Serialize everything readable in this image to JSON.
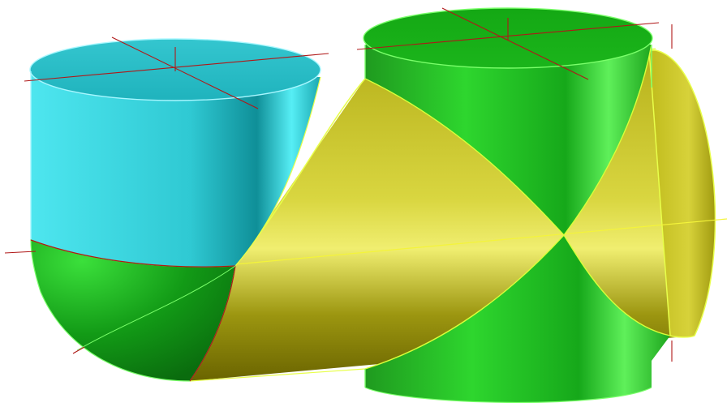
{
  "viewport": {
    "background": "#ffffff",
    "render_mode": "shaded-with-edges"
  },
  "colors": {
    "cyan_body": "#3fd3dc",
    "cyan_top": "#2fbdc7",
    "green_body": "#2ed62e",
    "green_dark": "#0c8a12",
    "yellow_body": "#c8c424",
    "yellow_dark": "#6f6a00",
    "edge_highlight": "#e8ff4a",
    "edge_cyan": "#a8f7ff",
    "axis_red": "#b01818"
  },
  "objects": [
    {
      "name": "vertical-cylinder-left",
      "color": "cyan"
    },
    {
      "name": "elbow-quarter-sphere",
      "color": "green"
    },
    {
      "name": "horizontal-pipe",
      "color": "yellow"
    },
    {
      "name": "vertical-cylinder-right",
      "color": "green"
    },
    {
      "name": "pipe-end-cap-right",
      "color": "yellow"
    }
  ]
}
